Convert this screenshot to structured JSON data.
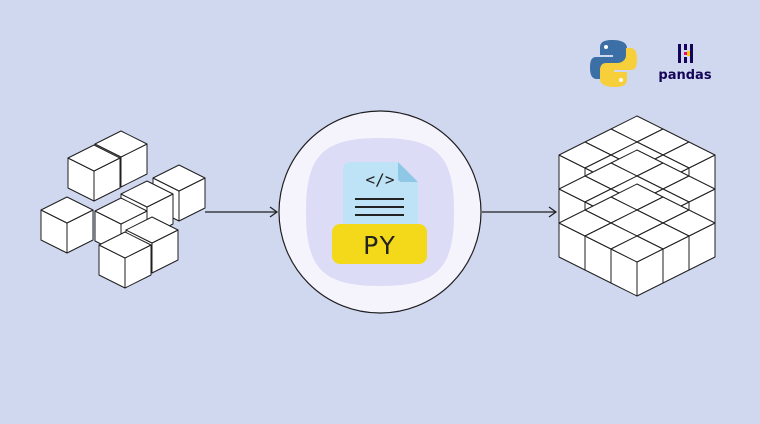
{
  "colors": {
    "background": "#d0d8f0",
    "cube_face_top": "#ffffff",
    "cube_face_left": "#ffffff",
    "cube_face_right": "#ffffff",
    "cube_stroke": "#1f1f1f",
    "circle_inner": "#f5f3fb",
    "circle_halo": "#dcdcf6",
    "file_body": "#bfe3f6",
    "file_fold": "#8fc8e6",
    "file_label_bg": "#f4d91a",
    "python_blue": "#3b6fa6",
    "python_yellow": "#f6cf3a",
    "pandas_purple": "#150458",
    "pandas_pink": "#e70488",
    "pandas_yellow": "#ffca00"
  },
  "file_icon": {
    "code_symbol": "</>",
    "label": "PY"
  },
  "logos": {
    "python": "python-logo",
    "pandas": "pandas"
  },
  "icons": {
    "scattered_cubes": "scattered-cubes-icon",
    "cube_block": "cube-block-icon",
    "python_file": "python-file-icon"
  }
}
